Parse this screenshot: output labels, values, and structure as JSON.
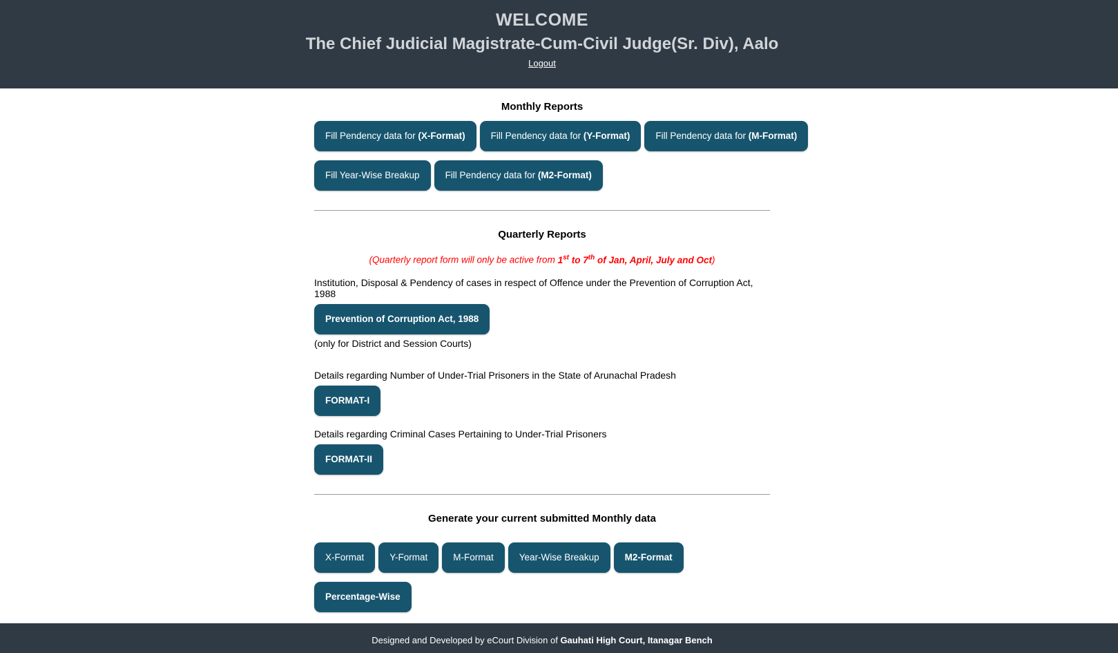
{
  "colors": {
    "header_bg": "#2f3a44",
    "button_bg": "#17556e",
    "note_red": "#ff0000"
  },
  "header": {
    "welcome": "WELCOME",
    "subtitle": "The Chief Judicial Magistrate-Cum-Civil Judge(Sr. Div), Aalo",
    "logout": "Logout"
  },
  "monthly": {
    "title": "Monthly Reports",
    "buttons": [
      {
        "text": "Fill Pendency data for ",
        "bold": "(X-Format)"
      },
      {
        "text": "Fill Pendency data for ",
        "bold": "(Y-Format)"
      },
      {
        "text": "Fill Pendency data for ",
        "bold": "(M-Format)"
      },
      {
        "text": "Fill Year-Wise Breakup",
        "bold": ""
      },
      {
        "text": "Fill Pendency data for ",
        "bold": "(M2-Format)"
      }
    ]
  },
  "quarterly": {
    "title": "Quarterly Reports",
    "note": {
      "lead": "(Quarterly report form will only be active from ",
      "d1": "1",
      "s1": "st",
      "mid": " to ",
      "d2": "7",
      "s2": "th",
      "tail": " of Jan, April, July and Oct",
      "close": ")"
    },
    "corruption": {
      "desc": "Institution, Disposal & Pendency of cases in respect of Offence under the Prevention of Corruption Act, 1988",
      "button": "Prevention of Corruption Act, 1988",
      "note": "(only for District and Session Courts)"
    },
    "format1": {
      "desc": "Details regarding Number of Under-Trial Prisoners in the State of Arunachal Pradesh",
      "button": "FORMAT-I"
    },
    "format2": {
      "desc": "Details regarding Criminal Cases Pertaining to Under-Trial Prisoners",
      "button": "FORMAT-II"
    }
  },
  "generate": {
    "title": "Generate your current submitted Monthly data",
    "buttons": [
      {
        "label": "X-Format"
      },
      {
        "label": "Y-Format"
      },
      {
        "label": "M-Format"
      },
      {
        "label": "Year-Wise Breakup"
      },
      {
        "label": "M2-Format"
      },
      {
        "label": "Percentage-Wise"
      }
    ]
  },
  "footer": {
    "text": "Designed and Developed by eCourt Division of ",
    "bold": "Gauhati High Court, Itanagar Bench"
  }
}
